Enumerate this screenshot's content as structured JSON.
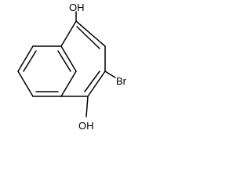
{
  "structure": {
    "labels": {
      "top_hydroxyl": "OH",
      "bottom_hydroxyl": "OH",
      "bromine": "Br"
    },
    "bond_color": "#000000",
    "label_color": "#000000"
  }
}
